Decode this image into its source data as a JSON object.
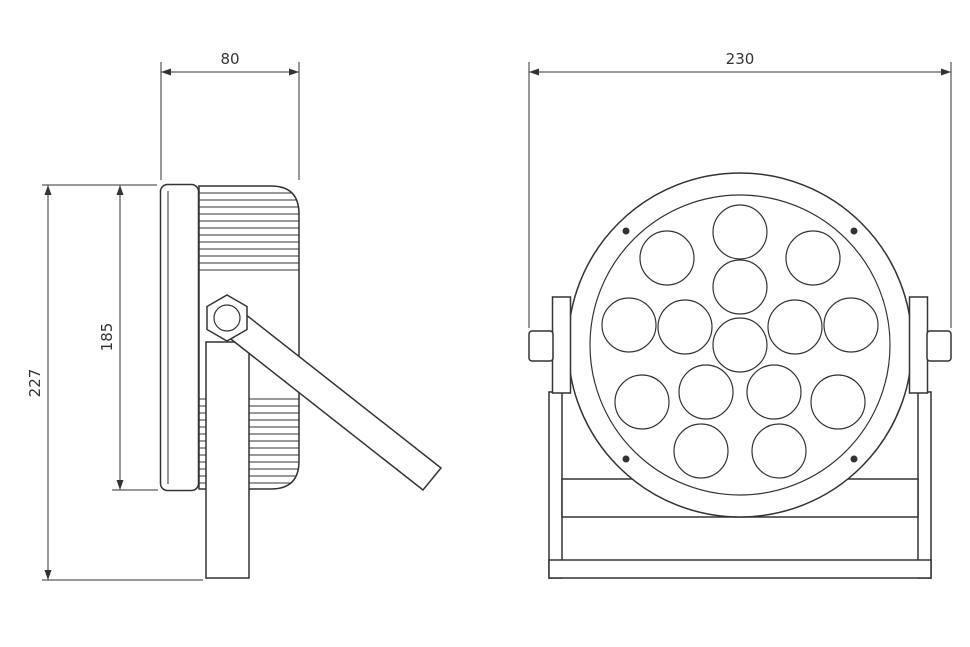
{
  "dimensions": {
    "depth": {
      "label": "80"
    },
    "width": {
      "label": "230"
    },
    "overall_height": {
      "label": "227"
    },
    "body_height": {
      "label": "185"
    }
  },
  "front_view": {
    "lens_count": 15,
    "screw_hole_count": 4
  },
  "colors": {
    "line": "#333333",
    "background": "#ffffff"
  }
}
